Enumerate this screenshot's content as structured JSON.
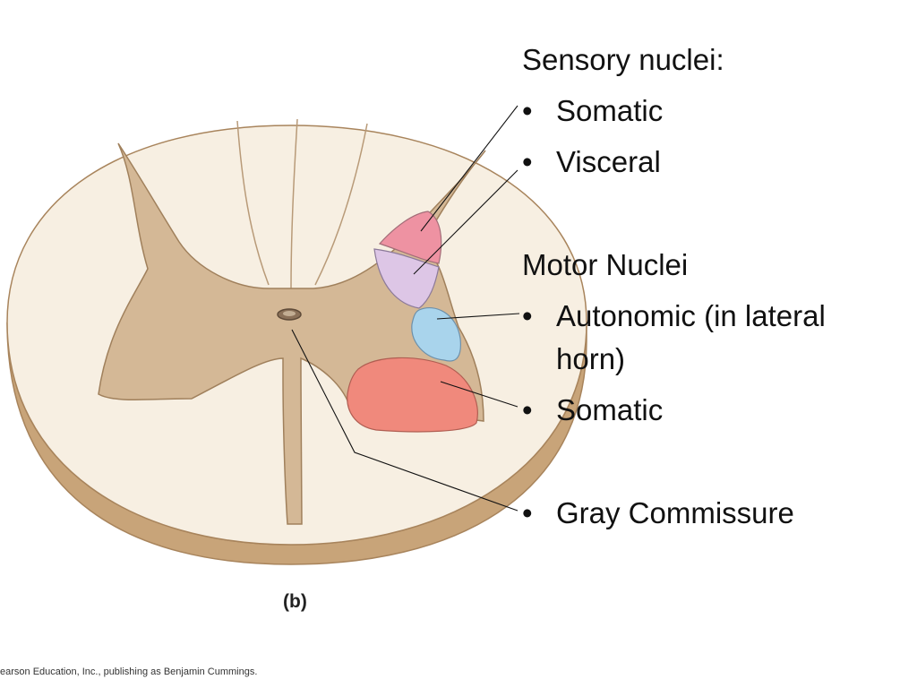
{
  "heading_sensory": "Sensory nuclei:",
  "sensory_items": [
    "Somatic",
    "Visceral"
  ],
  "heading_motor": "Motor Nuclei",
  "motor_items": [
    "Autonomic (in lateral",
    "horn)",
    "Somatic"
  ],
  "gray_commissure": "Gray Commissure",
  "panel_label": "(b)",
  "copyright": "earson Education, Inc., publishing as Benjamin Cummings.",
  "colors": {
    "white_matter": "#f7efe2",
    "gray_matter": "#d4b896",
    "side_rim": "#c8a479",
    "somatic_sensory": "#ee92a2",
    "visceral_sensory": "#ddc6e6",
    "autonomic_motor": "#a9d4ec",
    "somatic_motor": "#f0897c"
  }
}
